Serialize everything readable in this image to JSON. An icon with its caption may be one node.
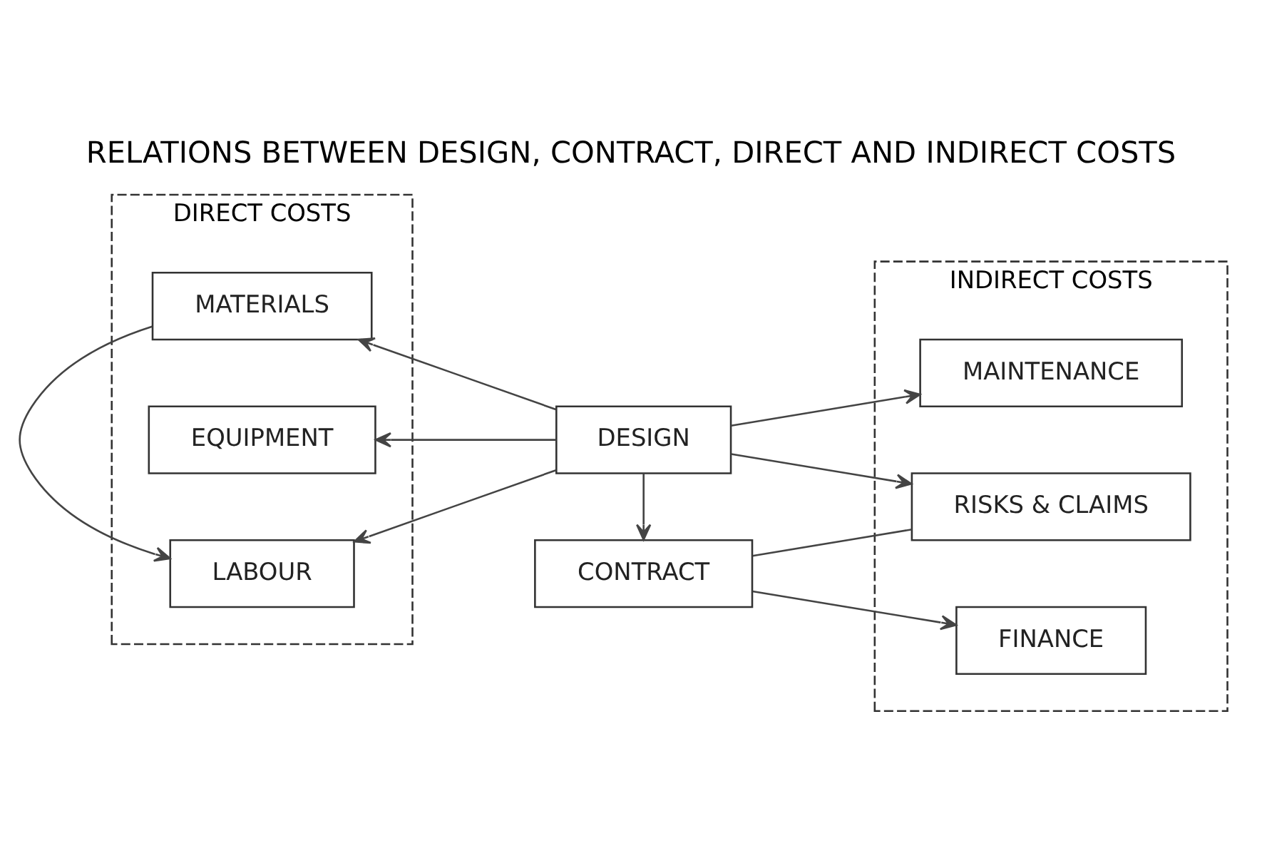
{
  "diagram": {
    "title": "RELATIONS BETWEEN DESIGN, CONTRACT, DIRECT AND INDIRECT COSTS",
    "nodes": [
      {
        "text": [
          "DIRECT COSTS"
        ]
      },
      {
        "text": [
          "MATERIALS"
        ],
        "in": 0
      },
      {
        "text": [
          "EQUIPMENT"
        ],
        "in": 0
      },
      {
        "text": [
          "LABOUR"
        ],
        "in": 0
      },
      {
        "text": [
          "DESIGN"
        ]
      },
      {
        "text": [
          "CONTRACT"
        ]
      },
      {
        "text": [
          "INDIRECT COSTS"
        ]
      },
      {
        "text": [
          "MAINTENANCE"
        ],
        "in": 6
      },
      {
        "text": [
          "RISKS & CLAIMS"
        ],
        "in": 6
      },
      {
        "text": [
          "FINANCE"
        ],
        "in": 6
      }
    ],
    "edges": [
      {
        "from": 4,
        "to": 1,
        "arrow": "to"
      },
      {
        "from": 4,
        "to": 2,
        "arrow": "to"
      },
      {
        "from": 4,
        "to": 3,
        "arrow": "to"
      },
      {
        "from": 4,
        "to": 5,
        "arrow": "to"
      },
      {
        "from": 4,
        "to": 7,
        "arrow": "to"
      },
      {
        "from": 4,
        "to": 8,
        "arrow": "to"
      },
      {
        "from": 5,
        "to": 8,
        "arrow": "none"
      },
      {
        "from": 5,
        "to": 9,
        "arrow": "to"
      },
      {
        "from": 1,
        "to": 3,
        "arrow": "to"
      }
    ]
  }
}
